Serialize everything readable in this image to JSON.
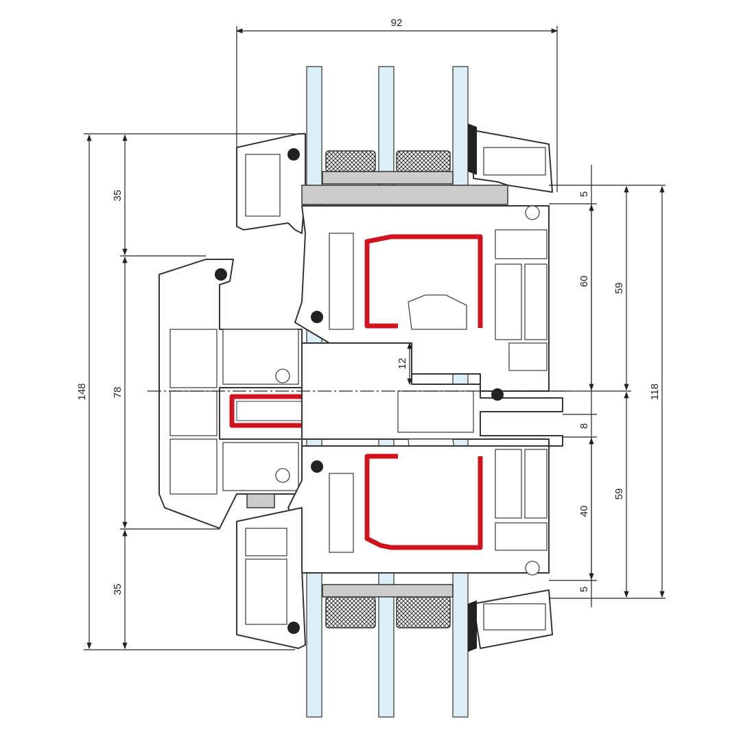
{
  "diagram": {
    "title": "Window profile cross-section",
    "colors": {
      "reinforcement": "#d0141e",
      "glass": "#dcefF6",
      "outline": "#333333"
    },
    "dimensions": {
      "overall_depth": "92",
      "left": {
        "total": "148",
        "top": "35",
        "middle": "78",
        "bottom": "35"
      },
      "right_inner": {
        "top_gap": "5",
        "upper": "60",
        "middle_gap": "8",
        "lower": "40",
        "bottom_gap": "5"
      },
      "right_mid": {
        "upper": "59",
        "lower": "59"
      },
      "right_outer": {
        "total": "118"
      },
      "center_offset": "12"
    }
  }
}
